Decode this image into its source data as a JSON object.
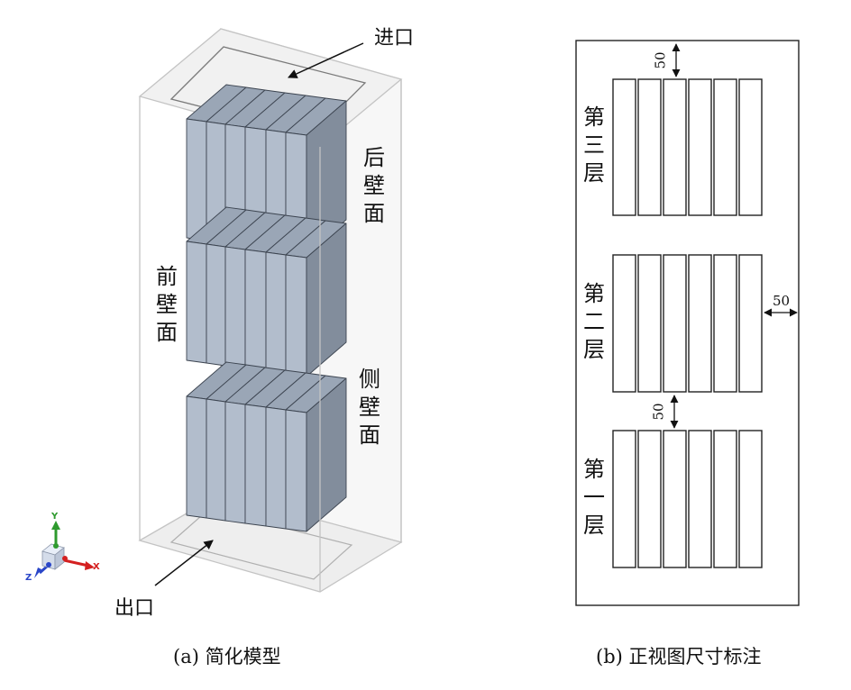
{
  "panel_a": {
    "inlet_label": "进口",
    "outlet_label": "出口",
    "back_wall_label": "后壁面",
    "front_wall_label": "前壁面",
    "side_wall_label": "侧壁面",
    "caption": "(a)  简化模型",
    "axis_triad": {
      "y_label": "Y",
      "x_label": "X",
      "z_label": "Z",
      "y_color": "#2e9a2e",
      "x_color": "#d42020",
      "z_color": "#2a46c8"
    }
  },
  "panel_b": {
    "layer_3_label": "第三层",
    "layer_2_label": "第二层",
    "layer_1_label": "第一层",
    "dim_top": "50",
    "dim_side": "50",
    "dim_between": "50",
    "caption": "(b)  正视图尺寸标注"
  },
  "colors": {
    "block_front": "#b2bdcc",
    "block_top": "#9aa6b6",
    "block_side": "#828d9c",
    "box_line": "#c4c4c4",
    "box_fill": "#f3f3f3"
  }
}
